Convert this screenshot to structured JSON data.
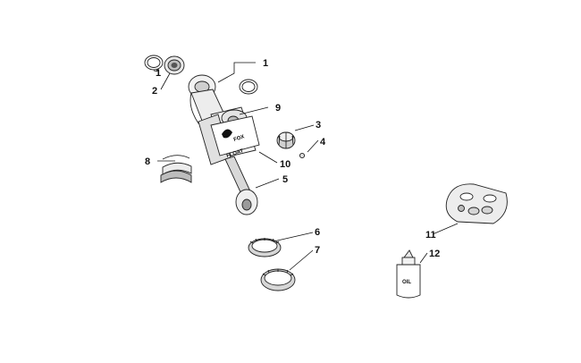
{
  "callouts": [
    {
      "id": "c1a",
      "label": "1"
    },
    {
      "id": "c2",
      "label": "2"
    },
    {
      "id": "c1b",
      "label": "1"
    },
    {
      "id": "c9",
      "label": "9"
    },
    {
      "id": "c3",
      "label": "3"
    },
    {
      "id": "c4",
      "label": "4"
    },
    {
      "id": "c8",
      "label": "8"
    },
    {
      "id": "c10",
      "label": "10"
    },
    {
      "id": "c5",
      "label": "5"
    },
    {
      "id": "c6",
      "label": "6"
    },
    {
      "id": "c7",
      "label": "7"
    },
    {
      "id": "c11",
      "label": "11"
    },
    {
      "id": "c12",
      "label": "12"
    }
  ],
  "stamps": {
    "shock_logo": "FOX",
    "shock_text": "FLOAT",
    "bottle_label": "OIL"
  }
}
